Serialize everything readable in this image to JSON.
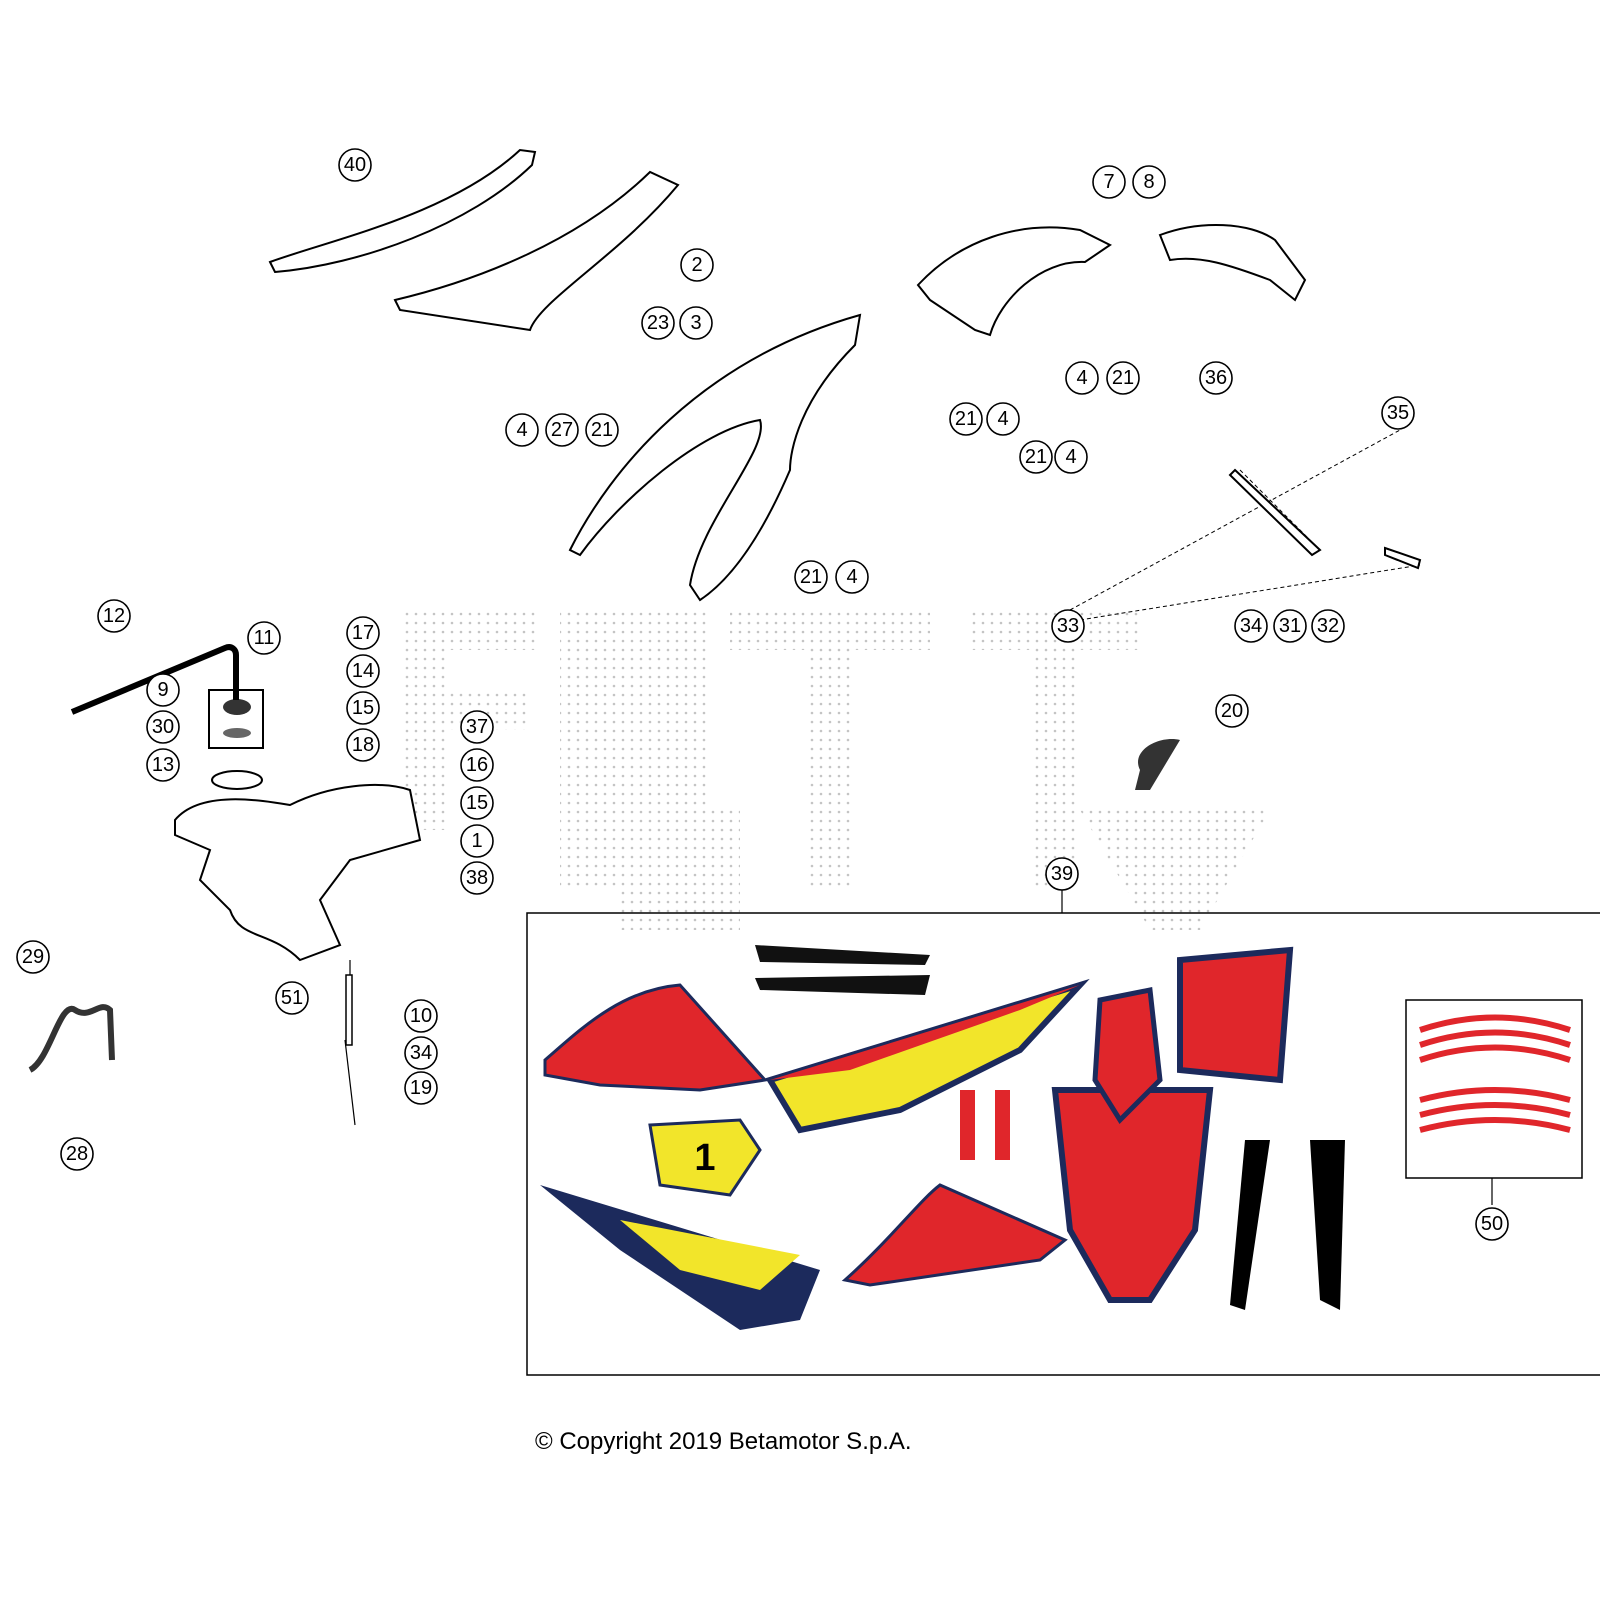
{
  "diagram": {
    "callouts": [
      "40",
      "2",
      "23",
      "3",
      "4",
      "27",
      "21",
      "7",
      "8",
      "4",
      "21",
      "36",
      "21",
      "4",
      "21",
      "4",
      "35",
      "21",
      "4",
      "33",
      "34",
      "31",
      "32",
      "12",
      "11",
      "17",
      "14",
      "9",
      "15",
      "37",
      "30",
      "18",
      "16",
      "13",
      "15",
      "1",
      "38",
      "20",
      "39",
      "29",
      "51",
      "10",
      "34",
      "19",
      "28",
      "50"
    ],
    "copyright": "© Copyright 2019 Betamotor S.p.A.",
    "colors": {
      "red": "#e0262b",
      "navy": "#1c2a5c",
      "yellow": "#f2e52a",
      "black": "#000000"
    }
  }
}
